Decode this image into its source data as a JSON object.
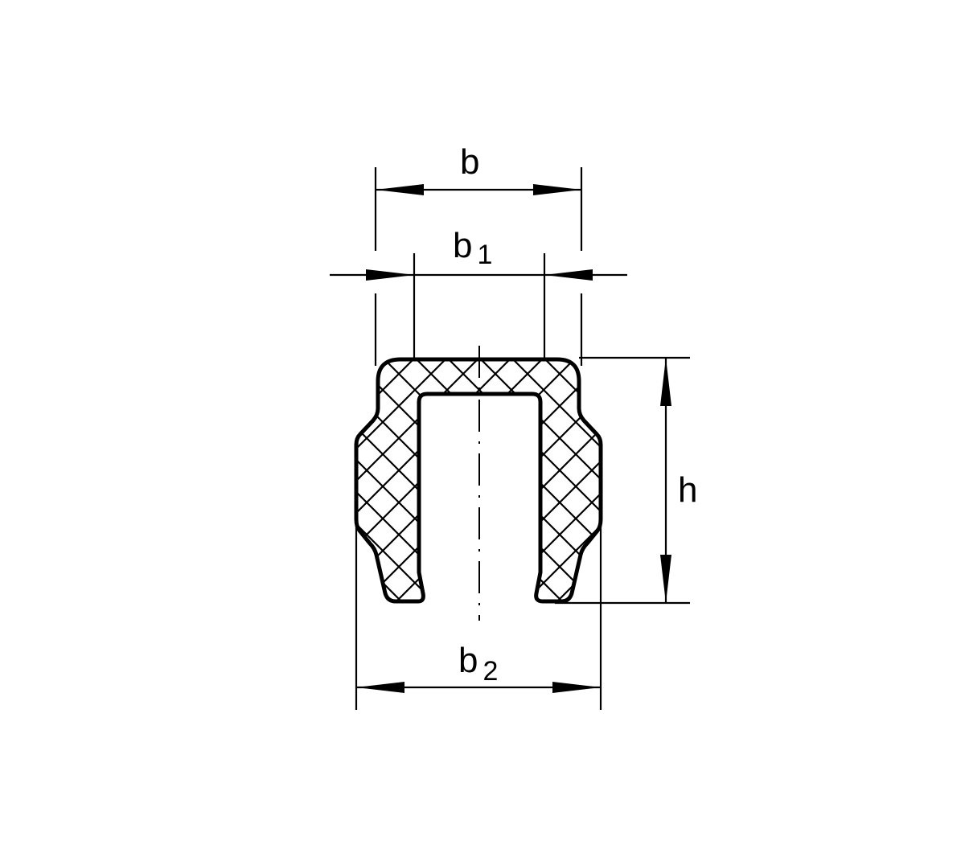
{
  "drawing": {
    "title": "U-profile edge protection cross-section",
    "background": "#ffffff",
    "line_color": "#000000",
    "hatch": "crosshatch"
  },
  "dimensions": {
    "b": {
      "label": "b",
      "subscript": ""
    },
    "b1": {
      "label": "b",
      "subscript": "1"
    },
    "b2": {
      "label": "b",
      "subscript": "2"
    },
    "h": {
      "label": "h",
      "subscript": ""
    }
  }
}
